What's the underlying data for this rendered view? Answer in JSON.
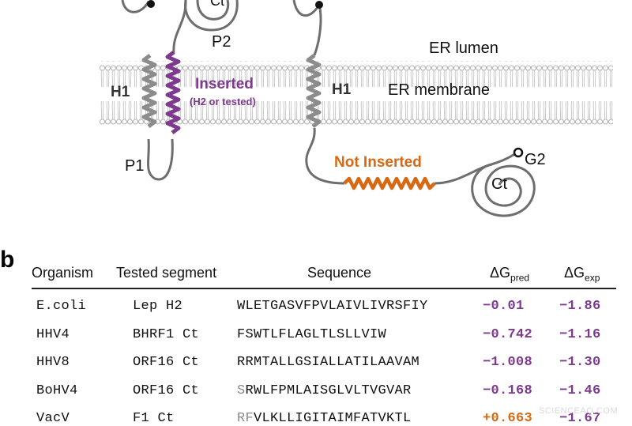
{
  "diagram": {
    "labels": {
      "ct_top": "Ct",
      "p2": "P2",
      "er_lumen": "ER lumen",
      "h1_left": "H1",
      "inserted": "Inserted",
      "inserted_sub": "(H2 or tested)",
      "h1_right": "H1",
      "er_membrane": "ER membrane",
      "p1": "P1",
      "not_inserted": "Not Inserted",
      "g2": "G2",
      "ct_bottom": "Ct"
    },
    "colors": {
      "inserted": "#7d3a8e",
      "not_inserted": "#d66a14",
      "helix": "#8c8c8c",
      "membrane": "#bdbdbd"
    }
  },
  "table": {
    "panel_letter": "b",
    "headers": {
      "organism": "Organism",
      "segment": "Tested segment",
      "sequence": "Sequence",
      "dg_pred": "ΔG",
      "dg_pred_sub": "pred",
      "dg_exp": "ΔG",
      "dg_exp_sub": "exp"
    },
    "rows": [
      {
        "organism": "E.coli",
        "segment": "Lep H2",
        "seq_gray": "",
        "seq": "WLETGASVFPVLAIVLIVRSFIY",
        "pred": "−0.01",
        "exp": "−1.86"
      },
      {
        "organism": "HHV4",
        "segment": "BHRF1 Ct",
        "seq_gray": "",
        "seq": "FSWTLFLAGLTLSLLVIW",
        "pred": "−0.742",
        "exp": "−1.16"
      },
      {
        "organism": "HHV8",
        "segment": "ORF16 Ct",
        "seq_gray": "",
        "seq": "RRMTALLGSIALLATILAAVAM",
        "pred": "−1.008",
        "exp": "−1.30"
      },
      {
        "organism": "BoHV4",
        "segment": "ORF16 Ct",
        "seq_gray": "S",
        "seq": "RWLFPMLAISGLVLTVGVAR",
        "pred": "−0.168",
        "exp": "−1.46"
      },
      {
        "organism": "VacV",
        "segment": "F1 Ct",
        "seq_gray": "RF",
        "seq": "VLKLLIGITAIMFATVKTL",
        "pred": "+0.663",
        "exp": "−1.67"
      }
    ]
  },
  "watermark": "SCIENCEAQ.COM"
}
